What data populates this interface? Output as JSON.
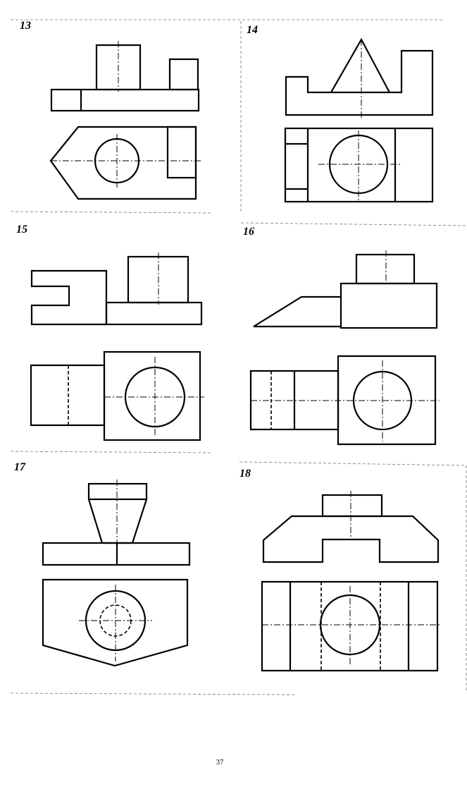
{
  "figures": [
    {
      "number": "13"
    },
    {
      "number": "14"
    },
    {
      "number": "15"
    },
    {
      "number": "16"
    },
    {
      "number": "17"
    },
    {
      "number": "18"
    }
  ],
  "page_number": "37",
  "colors": {
    "ink": "#000000",
    "paper": "#ffffff"
  }
}
